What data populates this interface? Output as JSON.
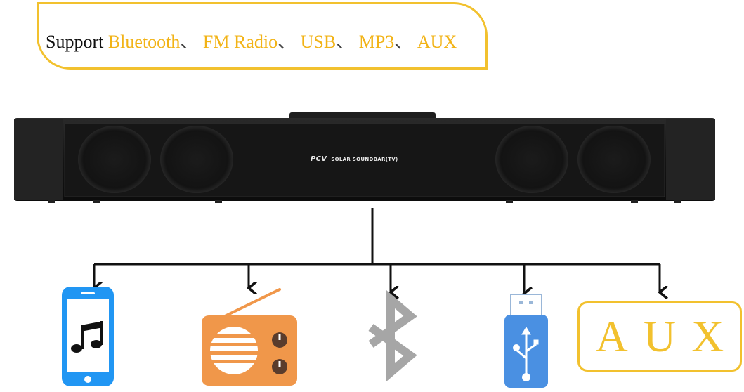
{
  "callout": {
    "lead": "Support",
    "features": [
      "Bluetooth",
      "FM Radio",
      "USB",
      "MP3",
      "AUX"
    ],
    "separator": "、"
  },
  "soundbar": {
    "logo": "PCV",
    "model_label": "SOLAR SOUNDBAR(TV)"
  },
  "aux_label": "AUX",
  "icons": [
    "phone-music-icon",
    "radio-icon",
    "bluetooth-icon",
    "usb-drive-icon",
    "aux-label"
  ],
  "colors": {
    "accent": "#f2c12e",
    "feature_text": "#f2b316",
    "phone_blue": "#2196f3",
    "radio_orange": "#f0974a",
    "usb_blue": "#4a90e2",
    "bluetooth_gray": "#a6a6a6",
    "soundbar": "#1a1a1a"
  }
}
